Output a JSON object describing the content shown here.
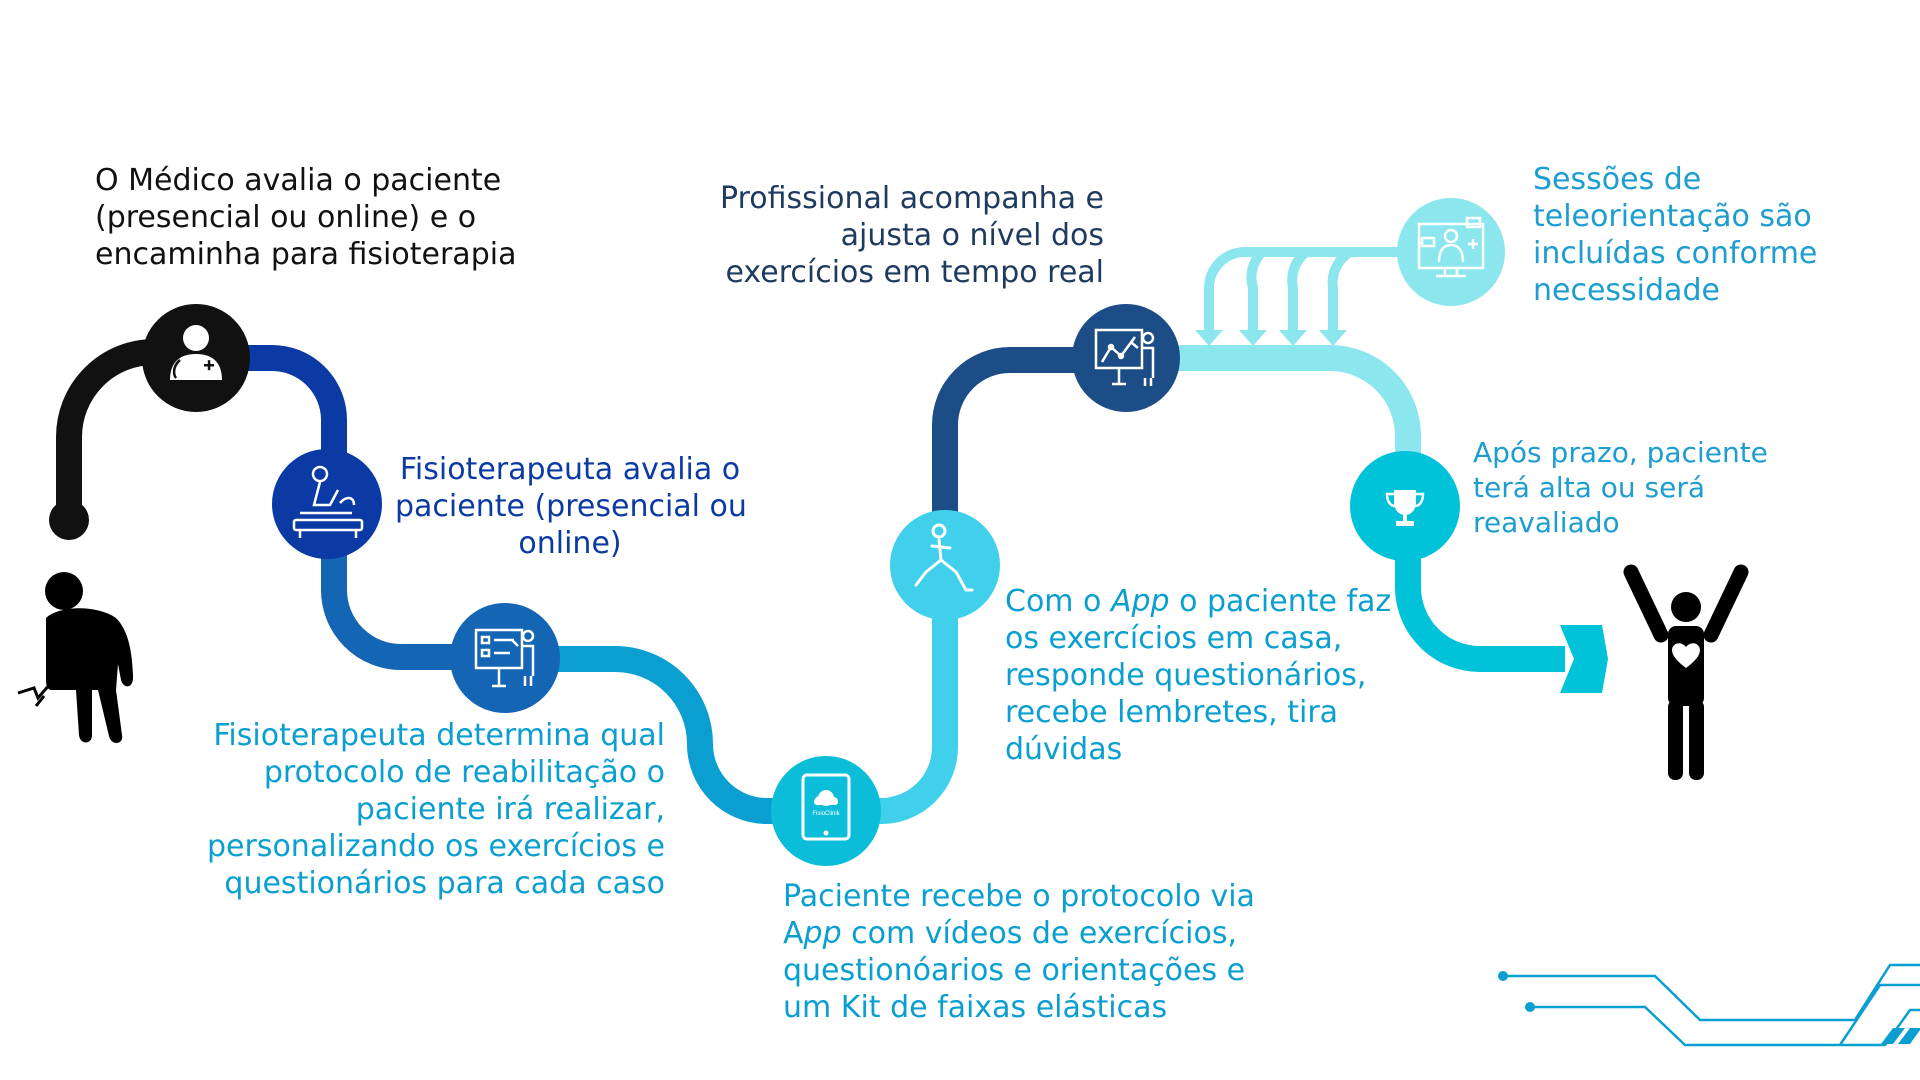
{
  "colors": {
    "black": "#111111",
    "navy": "#0b3aa4",
    "royal": "#1465b4",
    "teal": "#0a9fd0",
    "cyan": "#0bbdd8",
    "sky": "#41d0ec",
    "dark_navy": "#1c4d86",
    "light_cyan": "#8ce6ed",
    "aqua": "#00c2d8",
    "dark_text": "#1f3a5f",
    "label_teal": "#1d9dd0"
  },
  "steps": [
    {
      "id": "medico",
      "icon": "doctor-icon",
      "lines": [
        "O Médico avalia o paciente",
        "(presencial ou online) e o",
        "encaminha para fisioterapia"
      ]
    },
    {
      "id": "fisio-avalia",
      "icon": "physiotherapy-icon",
      "lines": [
        "Fisioterapeuta avalia o",
        "paciente (presencial ou",
        "online)"
      ]
    },
    {
      "id": "fisio-protocolo",
      "icon": "presentation-board-icon",
      "lines": [
        "Fisioterapeuta determina qual",
        "protocolo de reabilitação o",
        "paciente irá realizar,",
        "personalizando os exercícios e",
        "questionários para cada caso"
      ]
    },
    {
      "id": "app-protocolo",
      "icon": "tablet-app-icon",
      "app_brand": "FisioClinik",
      "line1_suffix": "Paciente recebe o protocolo via",
      "line2_prefix": "A",
      "line2_italic": "pp",
      "line2_suffix": " com vídeos de exercícios,",
      "line3": "questionóarios e orientações e",
      "line4": "um Kit de faixas elásticas"
    },
    {
      "id": "exercicios-casa",
      "icon": "exercise-lunge-icon",
      "line1_prefix": "Com o ",
      "line1_italic": "App",
      "line1_suffix": " o paciente faz",
      "line2": "os exercícios em casa,",
      "line3": "responde questionários,",
      "line4": "recebe lembretes, tira",
      "line5": "dúvidas"
    },
    {
      "id": "acompanha",
      "icon": "chart-presentation-icon",
      "lines": [
        "Profissional acompanha e",
        "ajusta o nível dos",
        "exercícios em tempo real"
      ]
    },
    {
      "id": "teleorientacao",
      "icon": "video-consultation-icon",
      "lines": [
        "Sessões de",
        "teleorientação são",
        "incluídas conforme",
        "necessidade"
      ]
    },
    {
      "id": "alta",
      "icon": "trophy-icon",
      "lines": [
        "Após prazo, paciente",
        "terá alta ou será",
        "reavaliado"
      ]
    }
  ]
}
